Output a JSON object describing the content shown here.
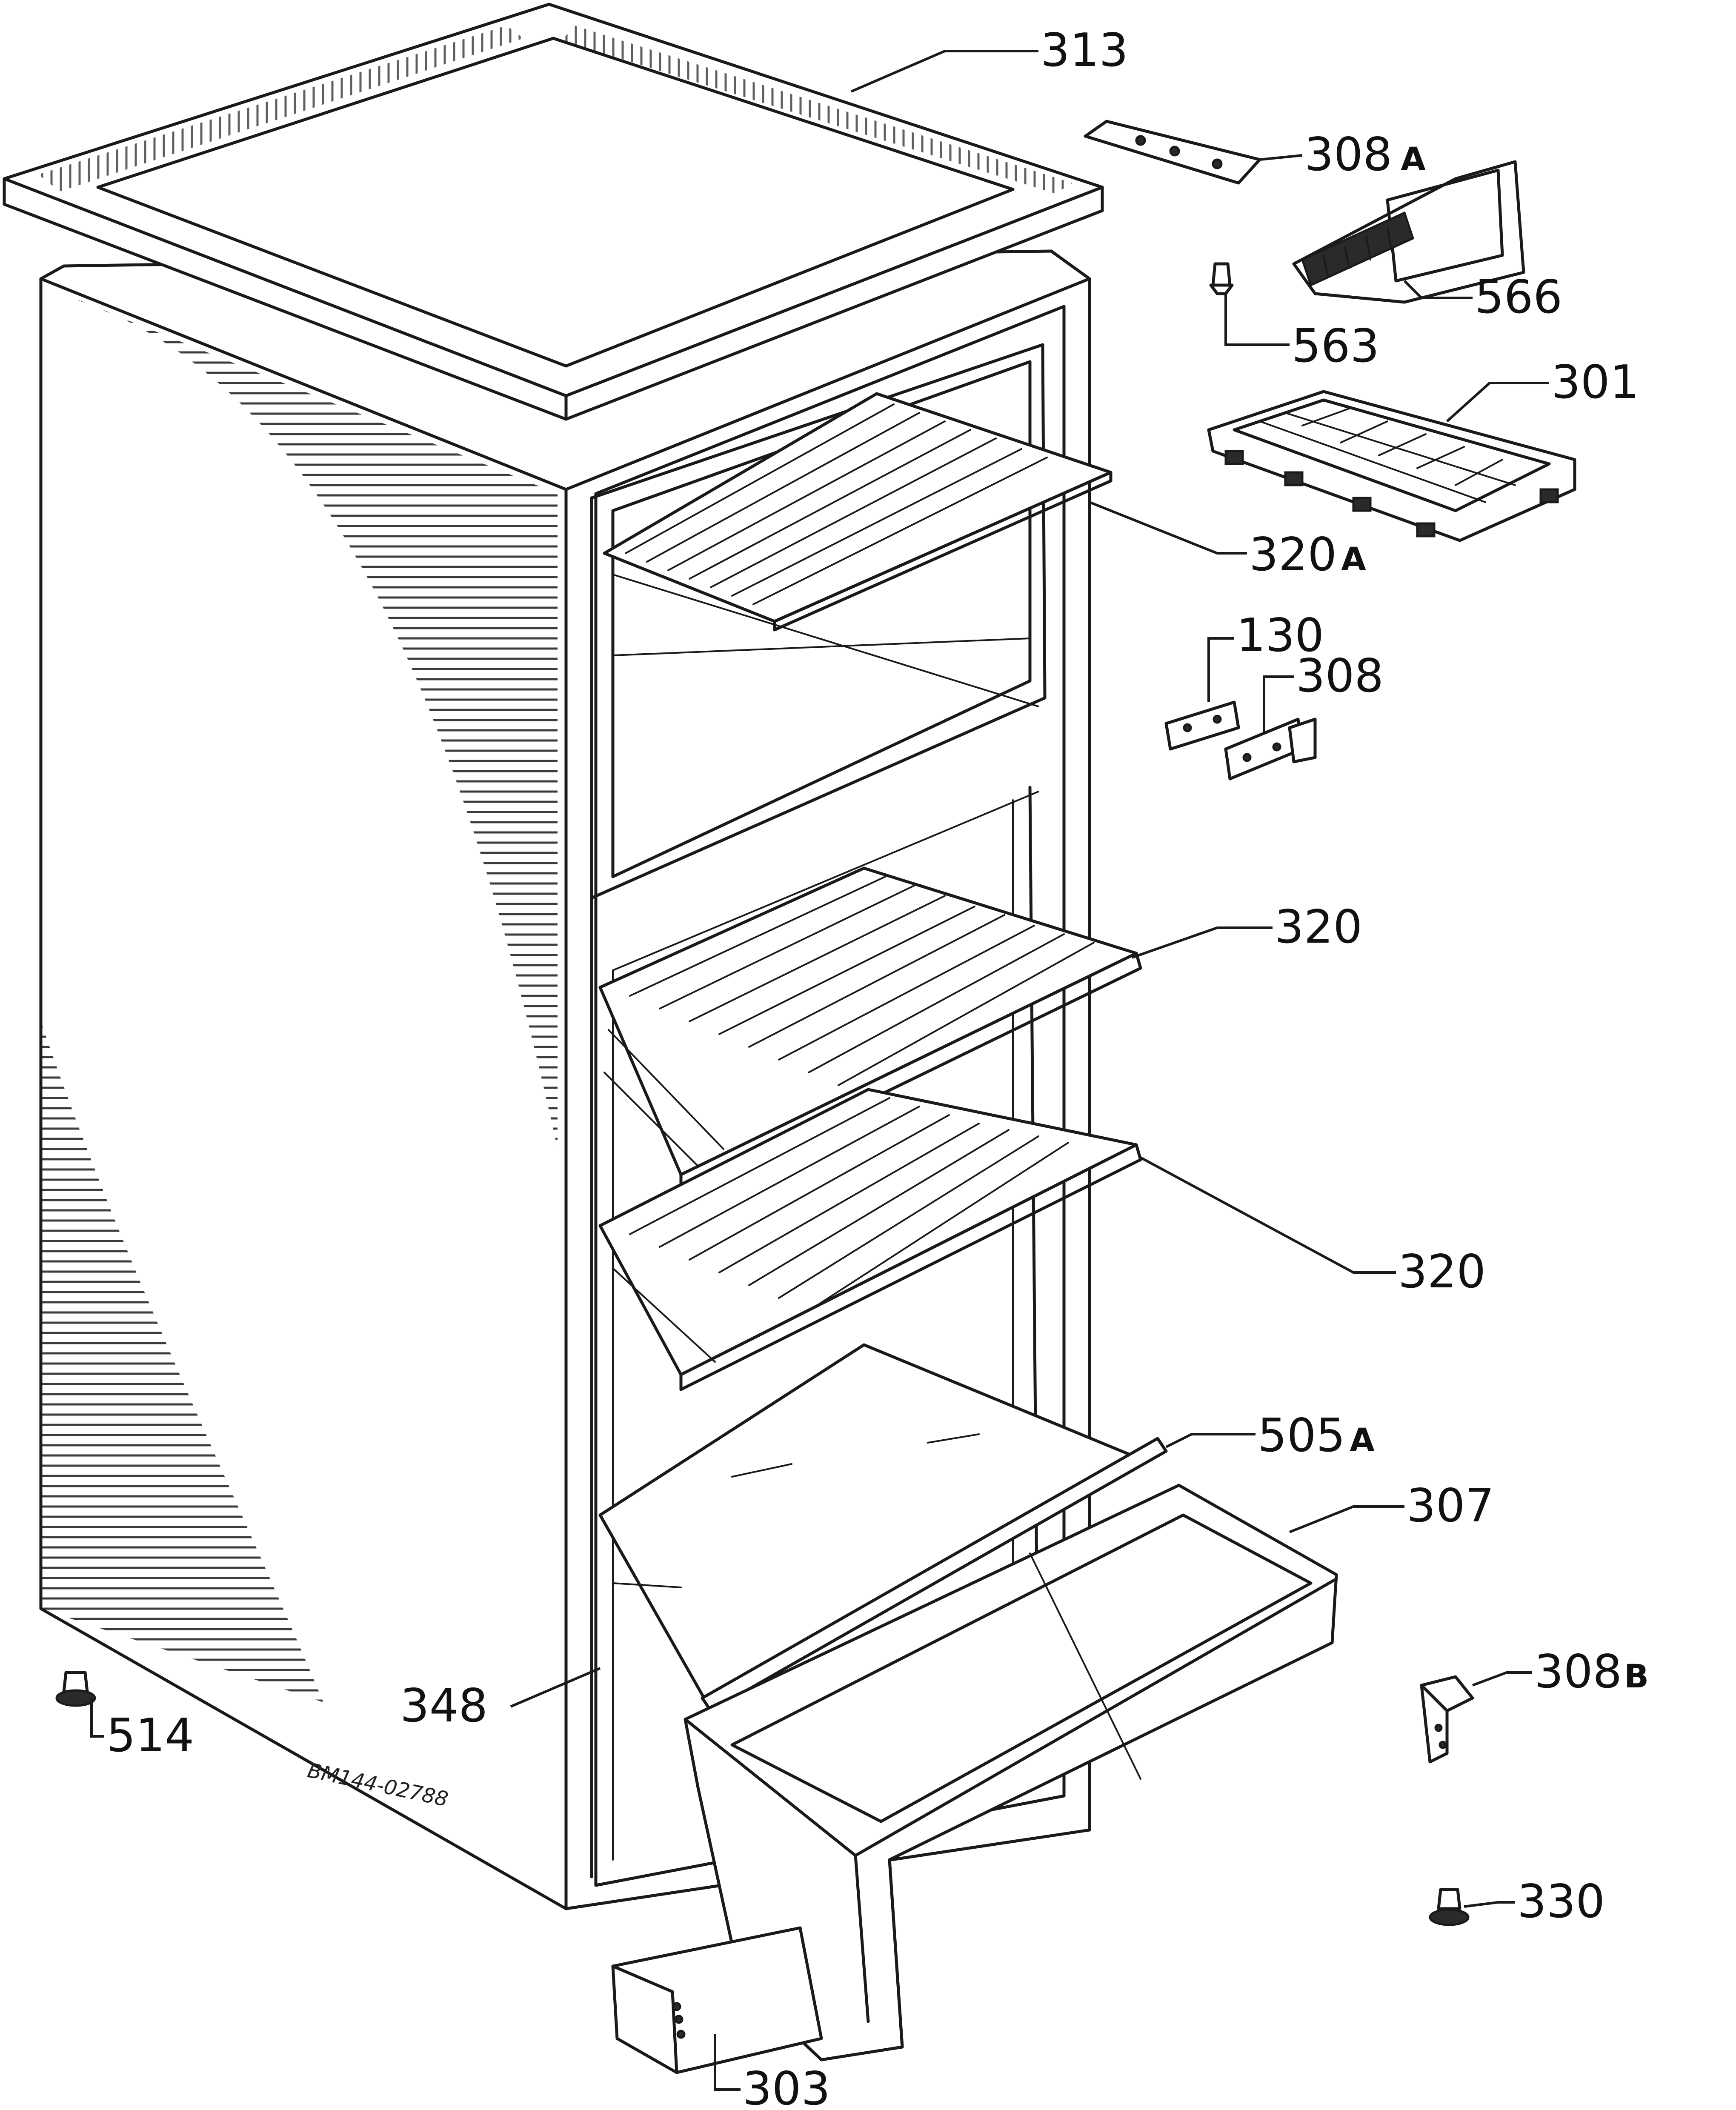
{
  "diagram": {
    "drawing_code": "BM144-02788",
    "parts": [
      {
        "id": "313",
        "name": "top cover",
        "label": "313",
        "suffix": ""
      },
      {
        "id": "308A",
        "name": "hinge plate",
        "label": "308",
        "suffix": "A"
      },
      {
        "id": "566",
        "name": "ice scraper",
        "label": "566",
        "suffix": ""
      },
      {
        "id": "563",
        "name": "pin",
        "label": "563",
        "suffix": ""
      },
      {
        "id": "301",
        "name": "ice cube tray",
        "label": "301",
        "suffix": ""
      },
      {
        "id": "320A",
        "name": "freezer shelf",
        "label": "320",
        "suffix": "A"
      },
      {
        "id": "130",
        "name": "shim",
        "label": "130",
        "suffix": ""
      },
      {
        "id": "308",
        "name": "middle hinge",
        "label": "308",
        "suffix": ""
      },
      {
        "id": "320-upper",
        "name": "upper shelf",
        "label": "320",
        "suffix": ""
      },
      {
        "id": "320-lower",
        "name": "lower shelf",
        "label": "320",
        "suffix": ""
      },
      {
        "id": "505A",
        "name": "glass shelf trim",
        "label": "505",
        "suffix": "A"
      },
      {
        "id": "307",
        "name": "crisper drawer",
        "label": "307",
        "suffix": ""
      },
      {
        "id": "308B",
        "name": "bottom hinge bracket",
        "label": "308",
        "suffix": "B"
      },
      {
        "id": "348",
        "name": "glass shelf",
        "label": "348",
        "suffix": ""
      },
      {
        "id": "514",
        "name": "adjustable foot",
        "label": "514",
        "suffix": ""
      },
      {
        "id": "330",
        "name": "adjustable foot",
        "label": "330",
        "suffix": ""
      },
      {
        "id": "303",
        "name": "kick plate",
        "label": "303",
        "suffix": ""
      }
    ]
  }
}
